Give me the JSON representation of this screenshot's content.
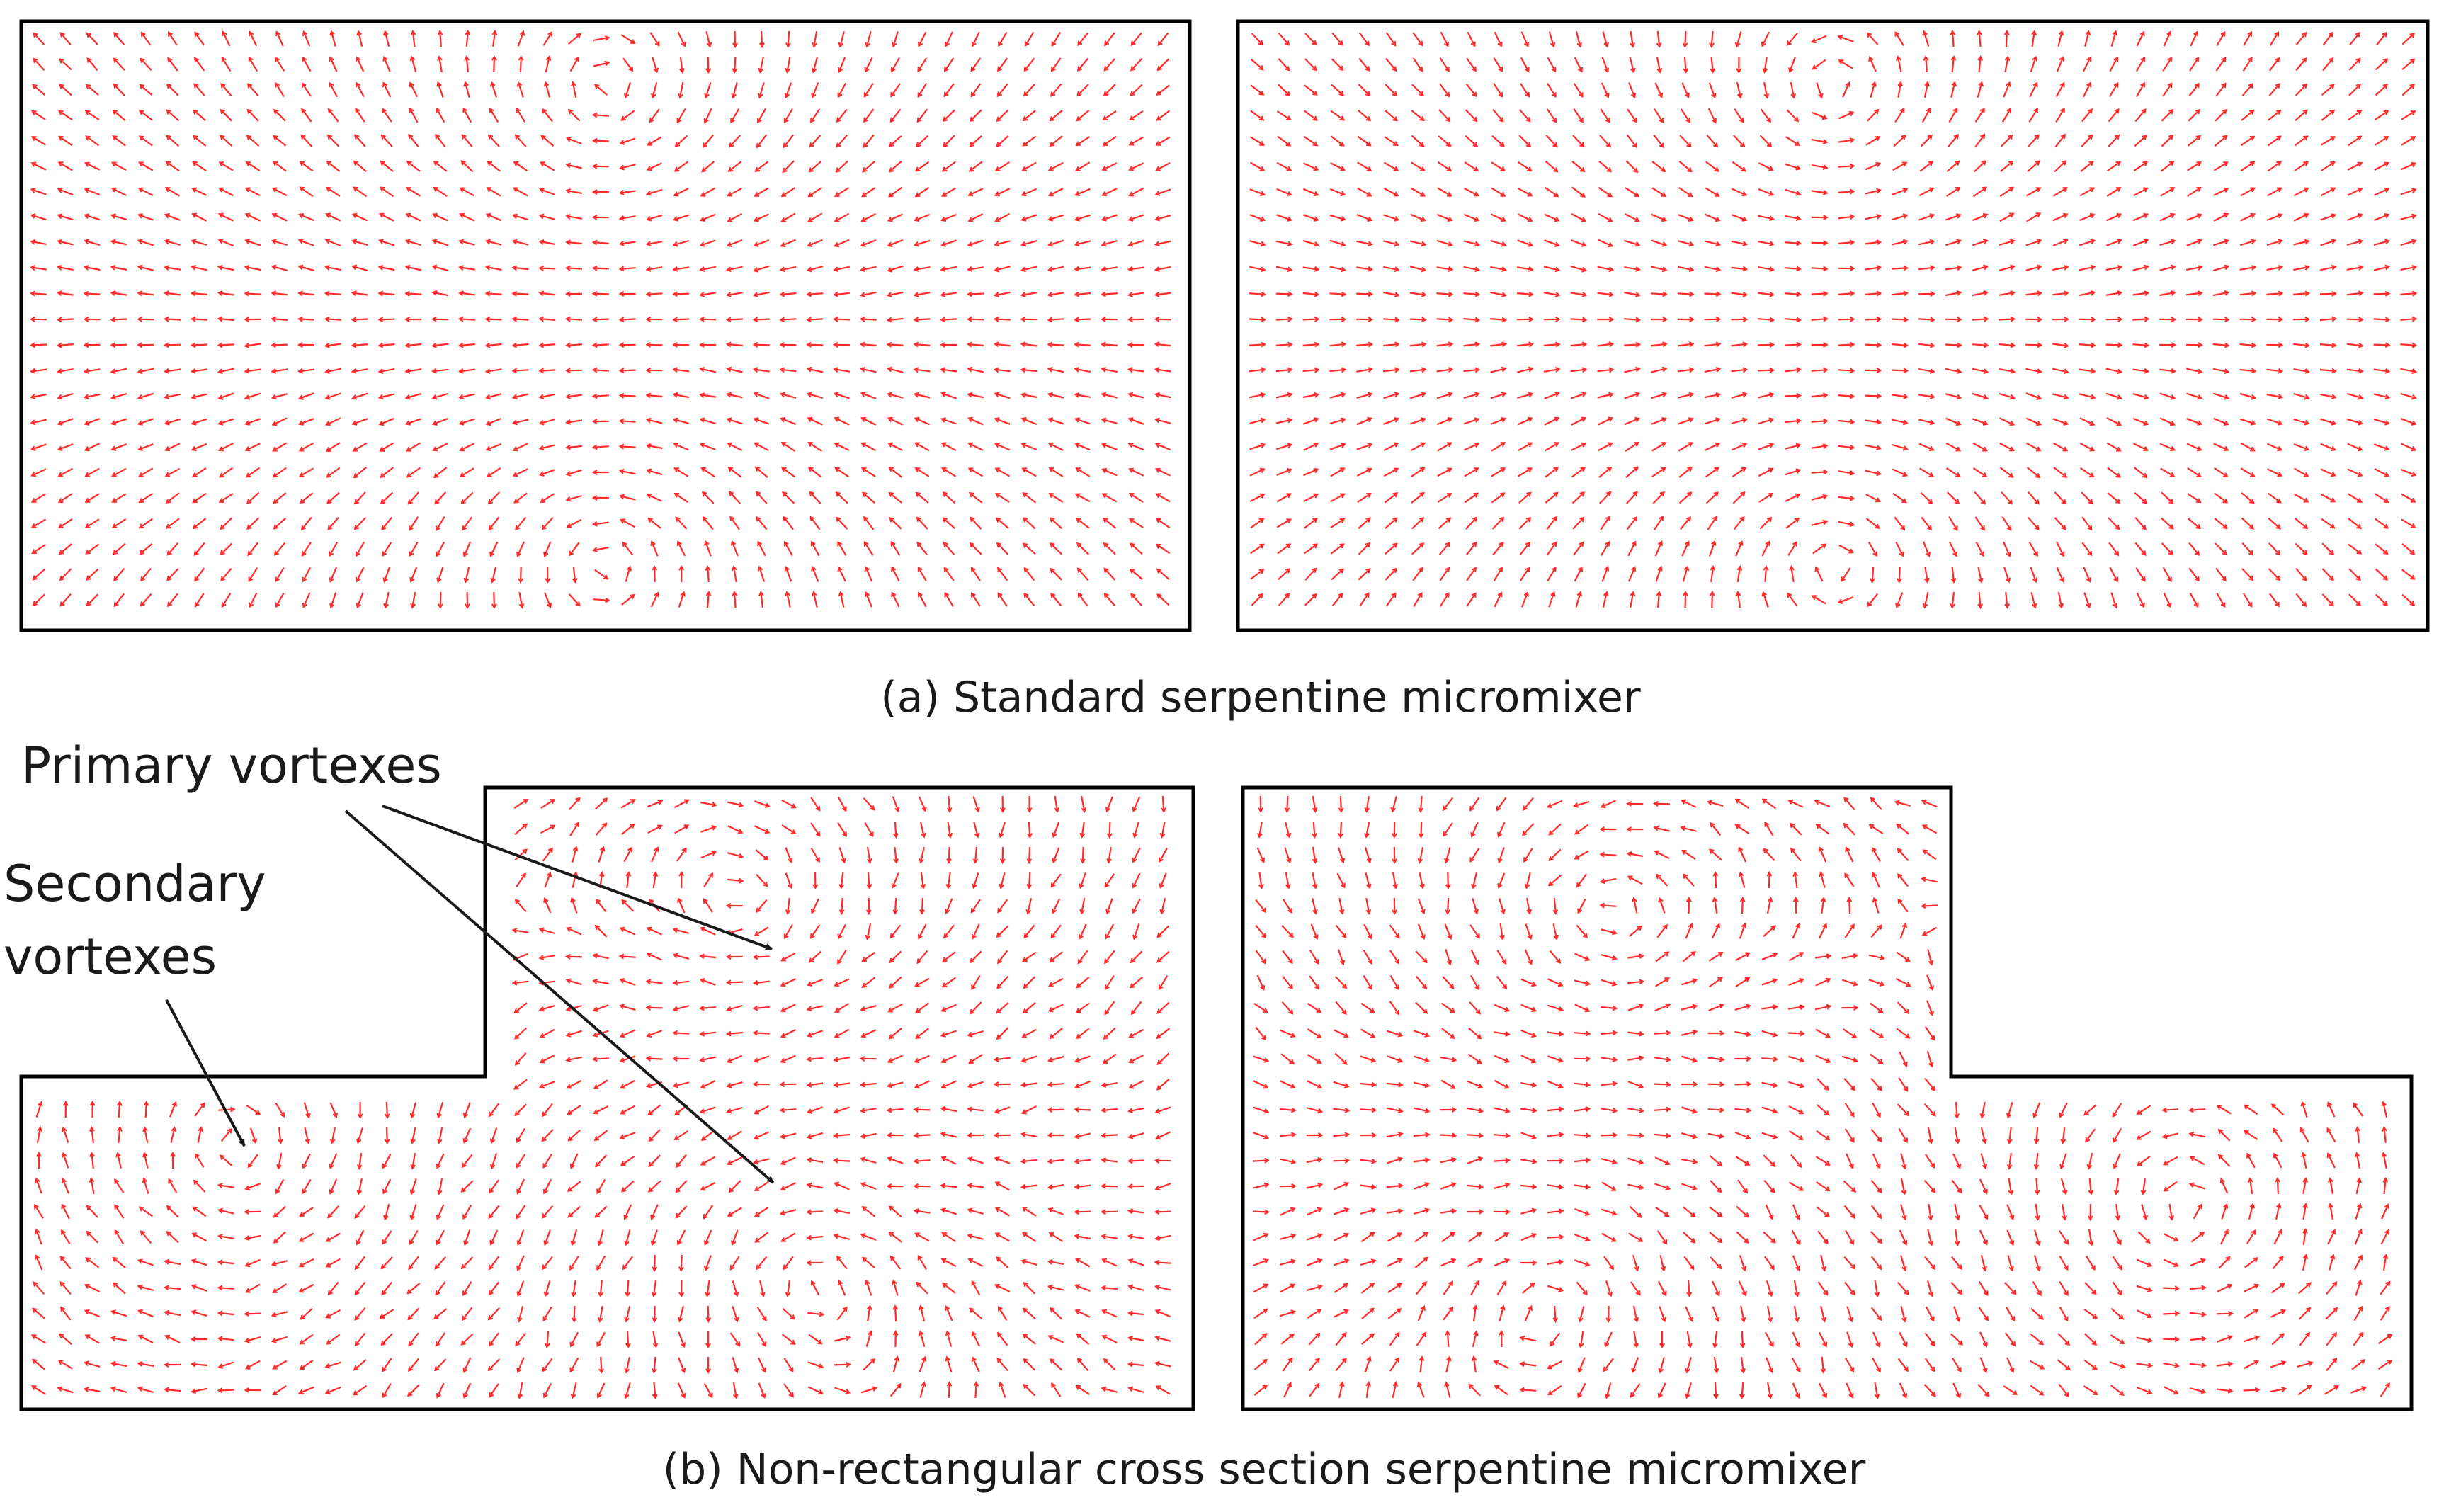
{
  "captions": {
    "a": "(a) Standard serpentine micromixer",
    "b": "(b) Non-rectangular cross section serpentine micromixer"
  },
  "annotations": {
    "primary": "Primary vortexes",
    "secondary_line1": "Secondary",
    "secondary_line2": "vortexes"
  },
  "colors": {
    "vector": "#ff2a2a",
    "outline": "#000000",
    "text": "#1a1a1a"
  },
  "panels": [
    {
      "id": "a-left",
      "shape": "rectangle"
    },
    {
      "id": "a-right",
      "shape": "rectangle"
    },
    {
      "id": "b-left",
      "shape": "t-shape",
      "step": "left"
    },
    {
      "id": "b-right",
      "shape": "t-shape",
      "step": "right"
    }
  ]
}
